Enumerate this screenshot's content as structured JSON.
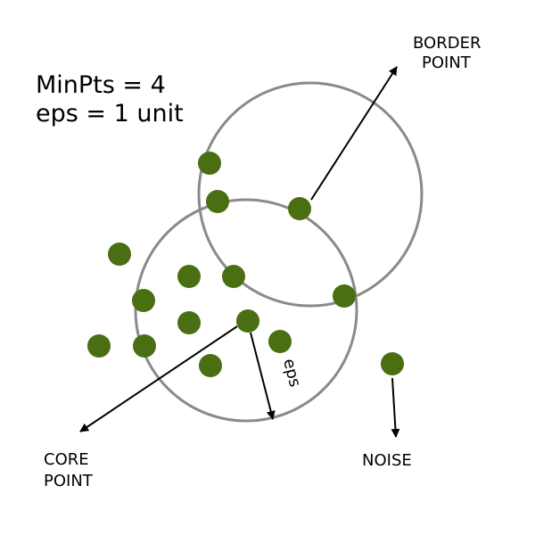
{
  "params": {
    "minpts": "MinPts = 4",
    "eps": "eps = 1 unit"
  },
  "labels": {
    "border_line1": "BORDER",
    "border_line2": "POINT",
    "core_line1": "CORE",
    "core_line2": "POINT",
    "noise": "NOISE",
    "eps": "eps"
  },
  "colors": {
    "point": "#4a6e12",
    "circle": "#8a8a8a",
    "arrow": "#000000"
  }
}
